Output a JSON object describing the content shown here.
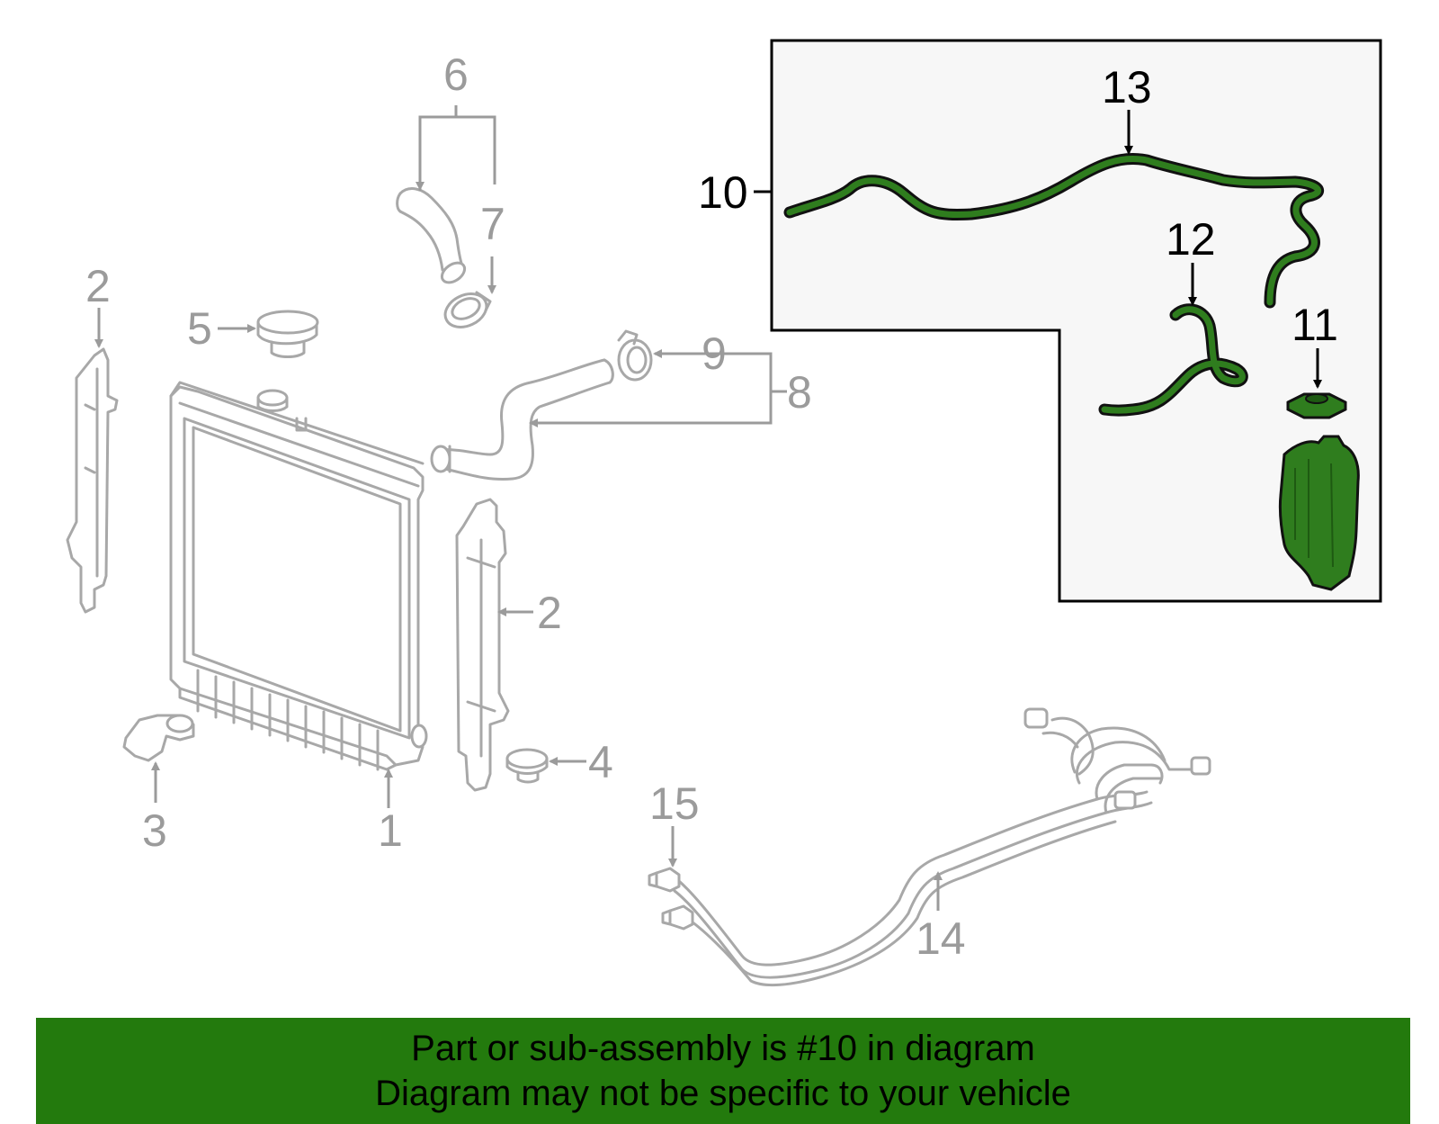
{
  "callouts": {
    "c1": "1",
    "c2a": "2",
    "c2b": "2",
    "c3": "3",
    "c4": "4",
    "c5": "5",
    "c6": "6",
    "c7": "7",
    "c8": "8",
    "c9": "9",
    "c10": "10",
    "c11": "11",
    "c12": "12",
    "c13": "13",
    "c14": "14",
    "c15": "15"
  },
  "footer": {
    "line1": "Part or sub-assembly is #10 in diagram",
    "line2": "Diagram may not be specific to your vehicle"
  },
  "colors": {
    "highlight": "#237a0d",
    "part_green": "#2f7d1e",
    "grey_part": "#a8a8a8",
    "inset_bg": "#f7f7f7"
  }
}
